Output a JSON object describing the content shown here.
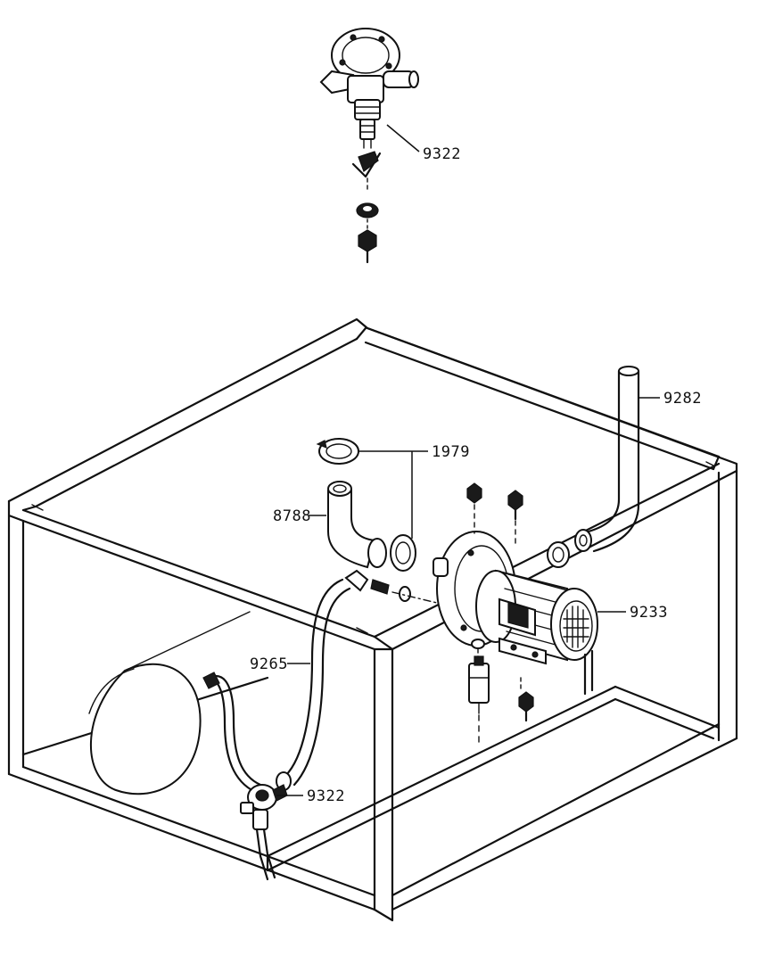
{
  "labels": {
    "valve_top": "9322",
    "hose_vertical": "9282",
    "clamps": "1979",
    "elbow": "8788",
    "motor": "9233",
    "hose_left": "9265",
    "valve_bottom": "9322"
  },
  "colors": {
    "line": "#111111",
    "background": "#ffffff"
  }
}
